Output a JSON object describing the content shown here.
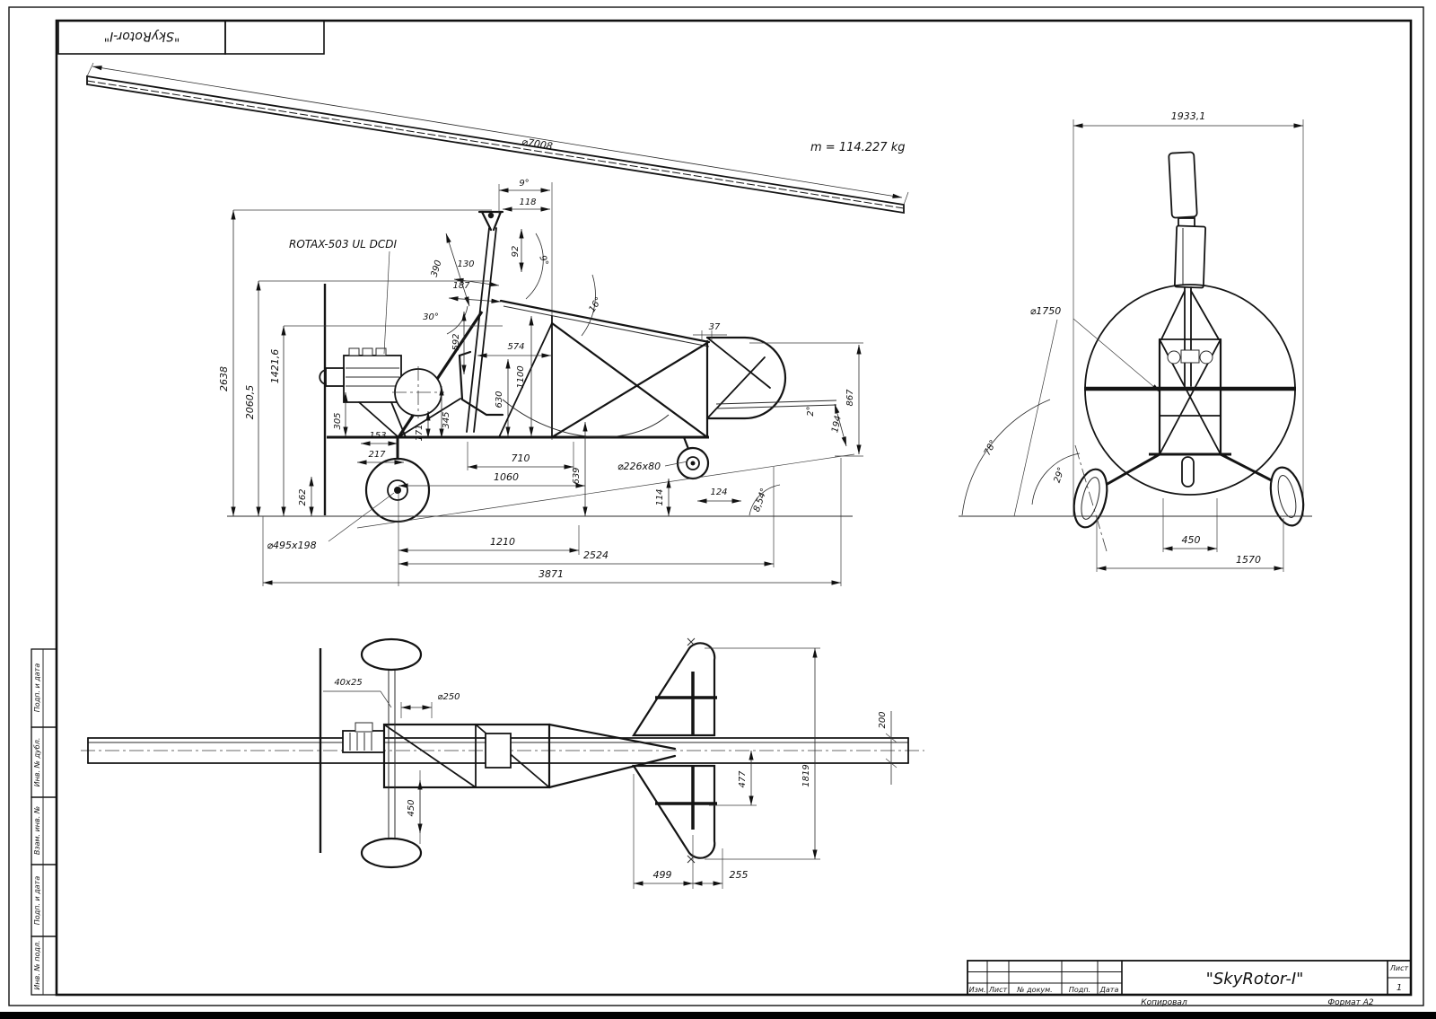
{
  "sheet": {
    "stamp_top": "\"SkyRotor-I\"",
    "mass_note": "m = 114.227 kg",
    "copied_label": "Копировал",
    "format_label": "Формат А2"
  },
  "margin": {
    "labels": [
      "Подп. и дата",
      "Инв. № дубл.",
      "Взам. инв. №",
      "Подп. и дата",
      "Инв. № подл."
    ]
  },
  "title_block": {
    "headers": [
      "Изм.",
      "Лист",
      "№ докум.",
      "Подп.",
      "Дата"
    ],
    "title": "\"SkyRotor-I\"",
    "sheet_word": "Лист",
    "sheet_number": "1"
  },
  "side_view": {
    "engine_label": "ROTAX-503 UL DCDI",
    "rotor_dia": "⌀7008",
    "angle_rotor": "9°",
    "d118": "118",
    "d390": "390",
    "d130": "130",
    "d92": "92",
    "d187": "187",
    "angle_mast": "9°",
    "angle_strut": "30°",
    "angle_boom": "16°",
    "d592": "592",
    "d574": "574",
    "d1100": "1100",
    "d37": "37",
    "d630": "630",
    "d867": "867",
    "angle_tail": "2°",
    "d194": "194",
    "d305": "305",
    "d153": "153",
    "d345": "345",
    "d171": "171",
    "d217": "217",
    "d710": "710",
    "d1060": "1060",
    "d639": "639",
    "rear_tire": "⌀226x80",
    "d114": "114",
    "d124": "124",
    "angle_ground": "8,54°",
    "d262": "262",
    "front_tire": "⌀495x198",
    "d1210": "1210",
    "d2524": "2524",
    "d3871": "3871",
    "d2638": "2638",
    "d2060": "2060,5",
    "d1421": "1421,6"
  },
  "front_view": {
    "width": "1933,1",
    "prop_dia": "⌀1750",
    "angle78": "78°",
    "angle29": "29°",
    "d450": "450",
    "d1570": "1570"
  },
  "top_view": {
    "spar": "40x25",
    "dia250": "⌀250",
    "d450": "450",
    "d200": "200",
    "d477": "477",
    "d1819": "1819",
    "d499": "499",
    "d255": "255"
  }
}
